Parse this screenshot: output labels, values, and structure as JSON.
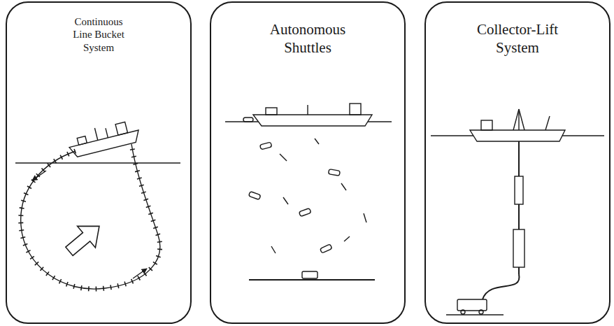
{
  "diagram": {
    "nodes": [
      {
        "text": [
          "Continuous Line Bucket System"
        ]
      },
      {
        "text": [
          "Autonomous Shuttles"
        ]
      },
      {
        "text": [
          "Collector-Lift System"
        ]
      }
    ]
  }
}
